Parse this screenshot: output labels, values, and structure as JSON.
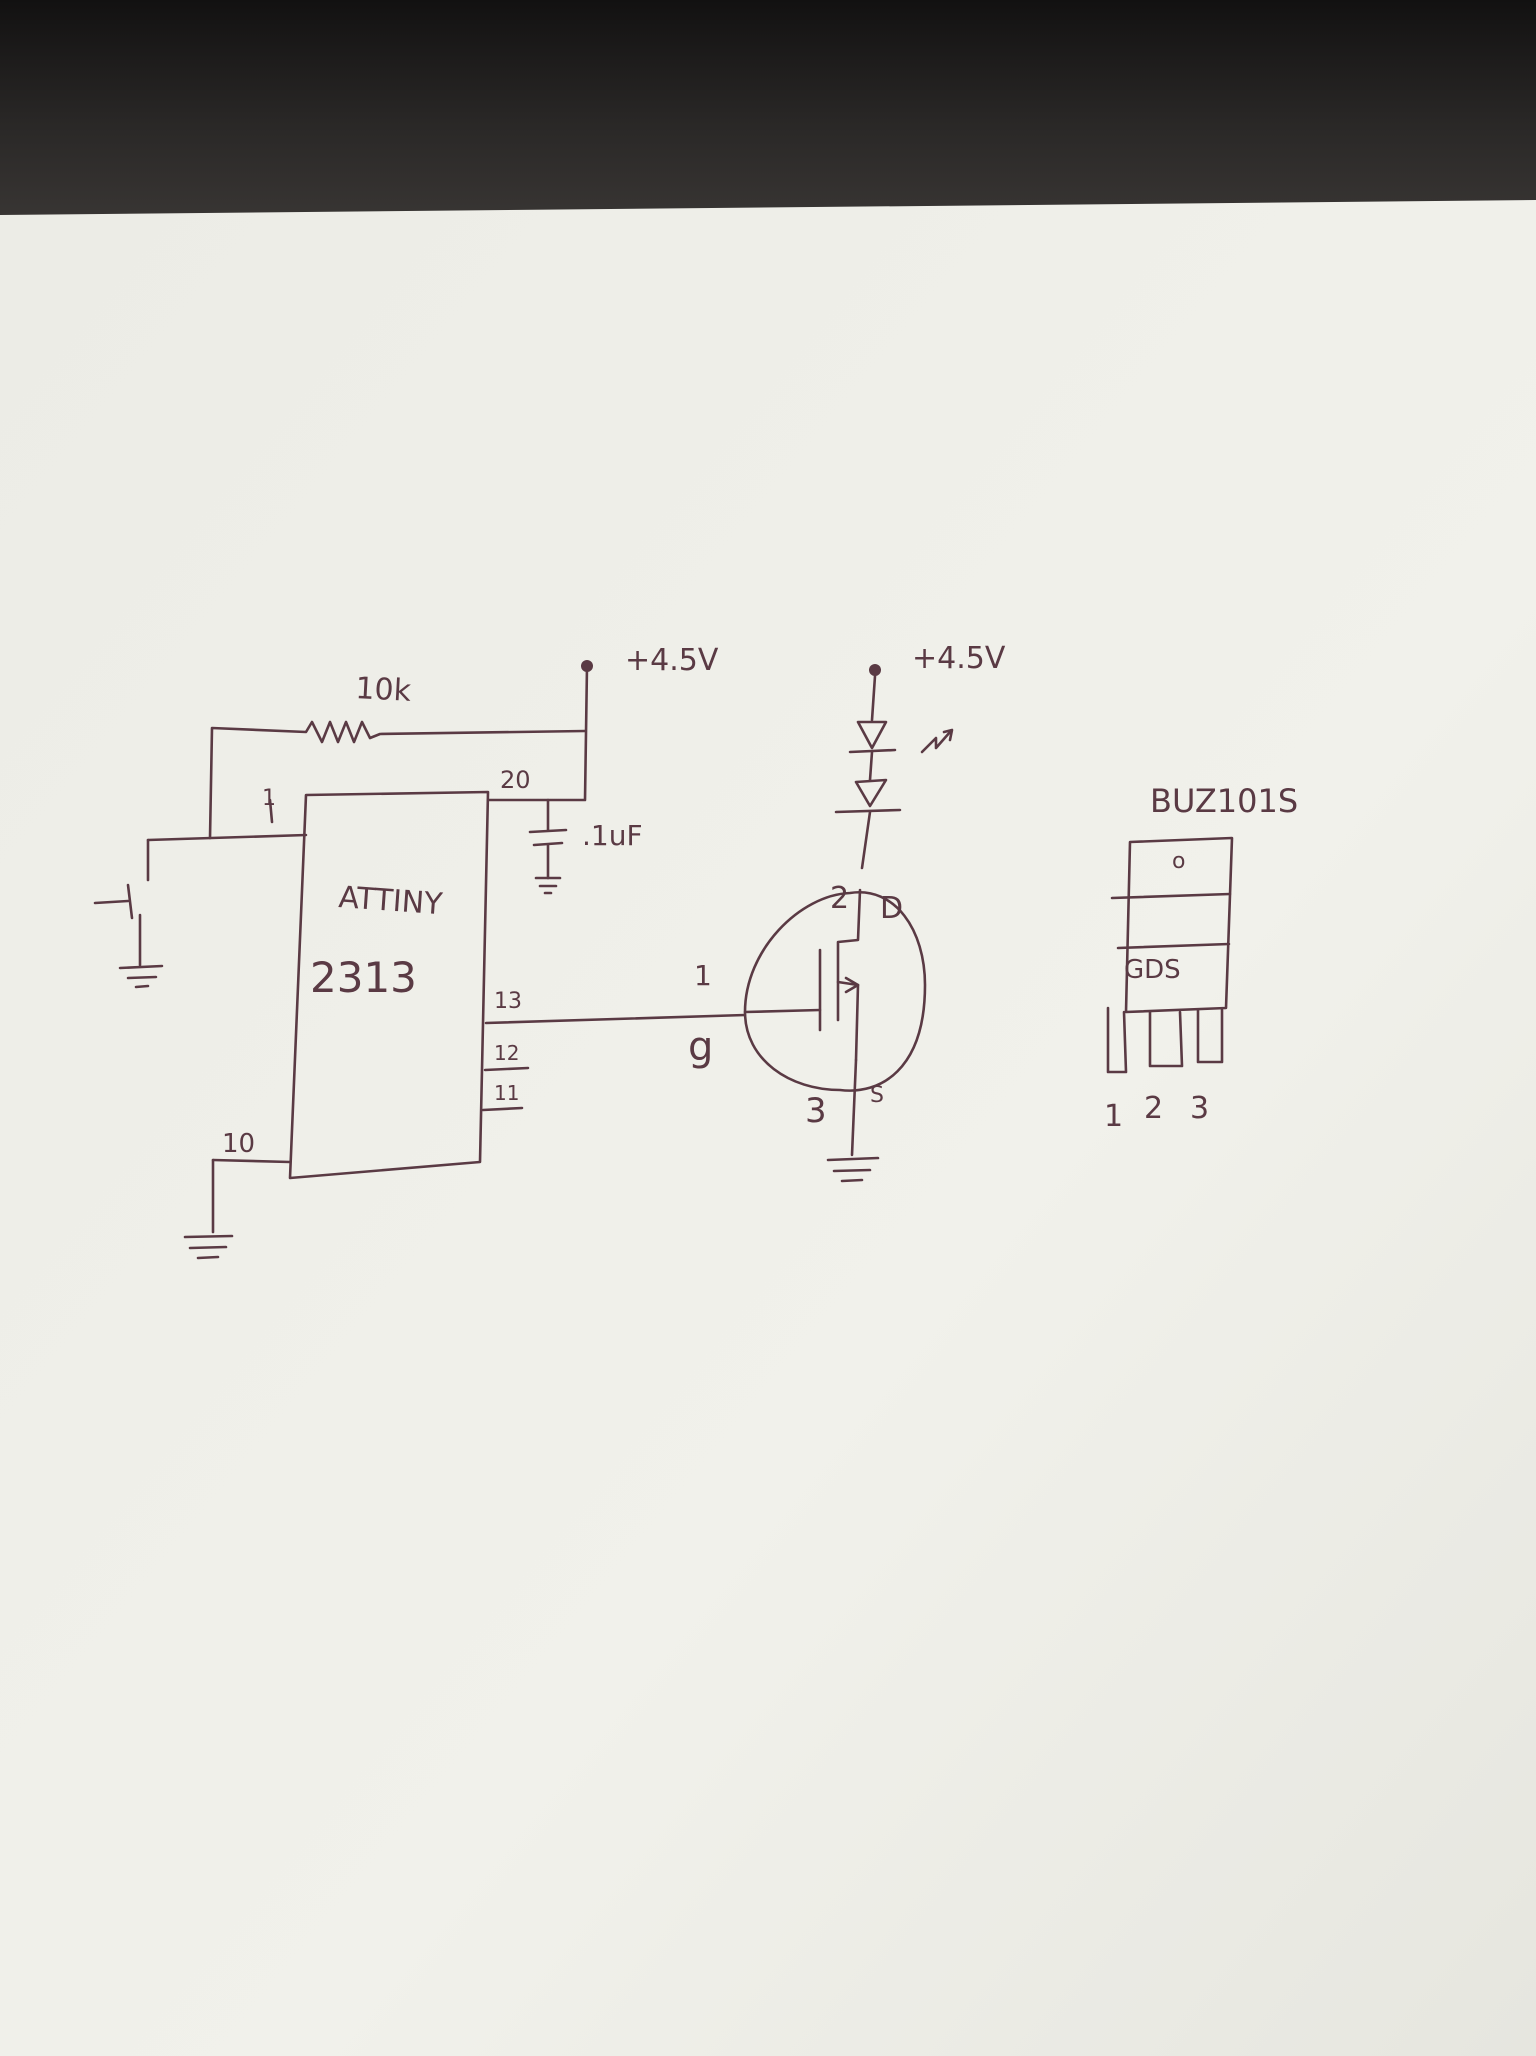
{
  "mcu": {
    "line1": "ATTINY",
    "line2": "2313"
  },
  "resistor": {
    "label": "10k"
  },
  "capacitor": {
    "label": ".1uF"
  },
  "supply": {
    "left": "+4.5V",
    "right": "+4.5V"
  },
  "pins": {
    "p1": "1",
    "p20": "20",
    "p13": "13",
    "p12": "12",
    "p11": "11",
    "p10": "10"
  },
  "mosfet": {
    "gate_num": "1",
    "gate_letter": "g",
    "drain_num": "2",
    "drain_letter": "D",
    "source_num": "3",
    "source_letter": "S"
  },
  "package": {
    "part": "BUZ101S",
    "body": "GDS",
    "pin1": "1",
    "pin2": "2",
    "pin3": "3"
  },
  "colors": {
    "ink": "#5a3a44",
    "paper": "#efefe9",
    "background": "#1c1b1b"
  }
}
